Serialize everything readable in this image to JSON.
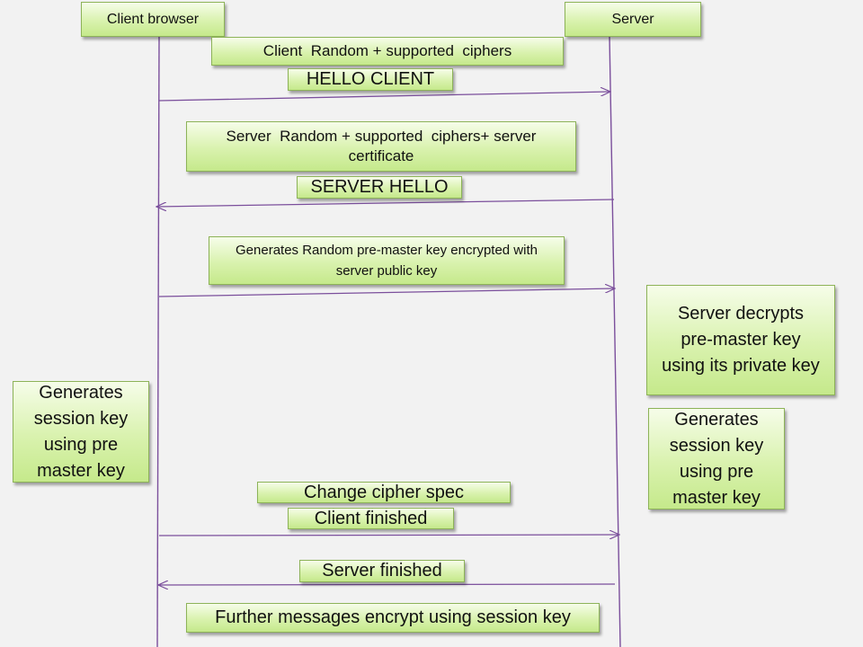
{
  "participants": {
    "client": "Client browser",
    "server": "Server"
  },
  "messages": {
    "client_hello_detail": "Client  Random + supported  ciphers",
    "client_hello": "HELLO CLIENT",
    "server_hello_detail": "Server  Random + supported  ciphers+ server certificate",
    "server_hello": "SERVER HELLO",
    "pre_master": "Generates Random pre-master key encrypted with server public key",
    "change_cipher": "Change cipher spec",
    "client_finished": "Client finished",
    "server_finished": "Server finished",
    "further": "Further messages encrypt using session key"
  },
  "notes": {
    "server_decrypts": "Server decrypts pre-master key using its private key",
    "client_session": "Generates session key using pre master key",
    "server_session": "Generates session key using pre master key"
  },
  "colors": {
    "line": "#7b4f9c",
    "box_fill": "#d9f2ae",
    "box_border": "#8db358",
    "background": "#f2f2f2"
  }
}
